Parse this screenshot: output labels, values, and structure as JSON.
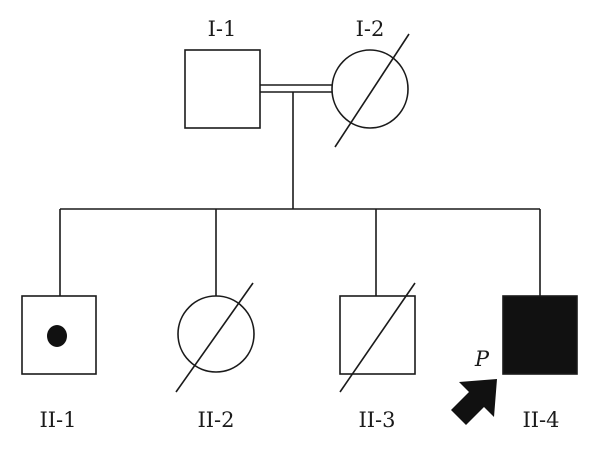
{
  "generations": {
    "I": {
      "members": [
        {
          "id": "I-1",
          "label": "I-1",
          "sex": "male",
          "affected": false,
          "deceased": false,
          "carrier": false
        },
        {
          "id": "I-2",
          "label": "I-2",
          "sex": "female",
          "affected": false,
          "deceased": true,
          "carrier": false
        }
      ],
      "consanguineous": true
    },
    "II": {
      "members": [
        {
          "id": "II-1",
          "label": "II-1",
          "sex": "male",
          "affected": false,
          "deceased": false,
          "carrier": true
        },
        {
          "id": "II-2",
          "label": "II-2",
          "sex": "female",
          "affected": false,
          "deceased": true,
          "carrier": false
        },
        {
          "id": "II-3",
          "label": "II-3",
          "sex": "male",
          "affected": false,
          "deceased": true,
          "carrier": false
        },
        {
          "id": "II-4",
          "label": "II-4",
          "sex": "male",
          "affected": true,
          "deceased": false,
          "carrier": false,
          "proband": true
        }
      ]
    }
  },
  "proband_marker": {
    "letter": "P",
    "icon": "arrow-icon"
  },
  "colors": {
    "line": "#1a1a1a",
    "affected_fill": "#111111",
    "background": "#ffffff"
  }
}
